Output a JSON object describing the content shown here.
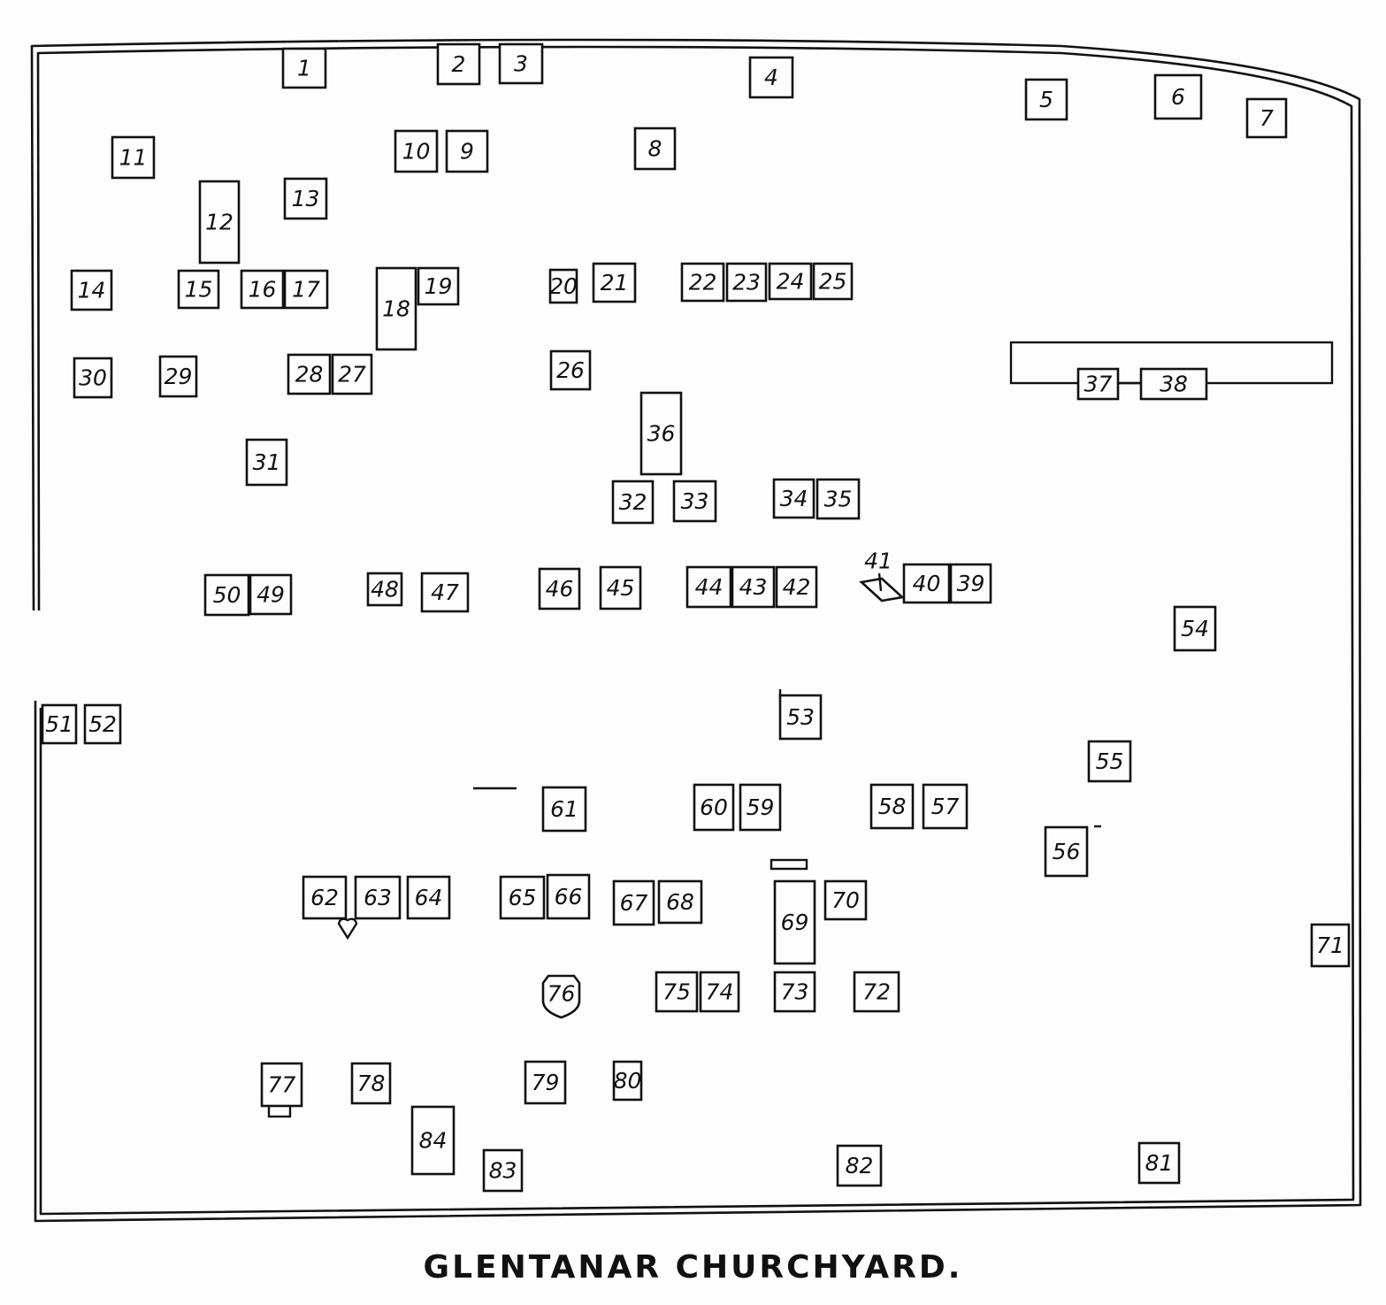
{
  "title": "GLENTANAR CHURCHYARD.",
  "plots": [
    "1",
    "2",
    "3",
    "4",
    "5",
    "6",
    "7",
    "8",
    "9",
    "10",
    "11",
    "12",
    "13",
    "14",
    "15",
    "16",
    "17",
    "18",
    "19",
    "20",
    "21",
    "22",
    "23",
    "24",
    "25",
    "26",
    "27",
    "28",
    "29",
    "30",
    "31",
    "32",
    "33",
    "34",
    "35",
    "36",
    "37",
    "38",
    "39",
    "40",
    "41",
    "42",
    "43",
    "44",
    "45",
    "46",
    "47",
    "48",
    "49",
    "50",
    "51",
    "52",
    "53",
    "54",
    "55",
    "56",
    "57",
    "58",
    "59",
    "60",
    "61",
    "62",
    "63",
    "64",
    "65",
    "66",
    "67",
    "68",
    "69",
    "70",
    "71",
    "72",
    "73",
    "74",
    "75",
    "76",
    "77",
    "78",
    "79",
    "80",
    "81",
    "82",
    "83",
    "84"
  ]
}
